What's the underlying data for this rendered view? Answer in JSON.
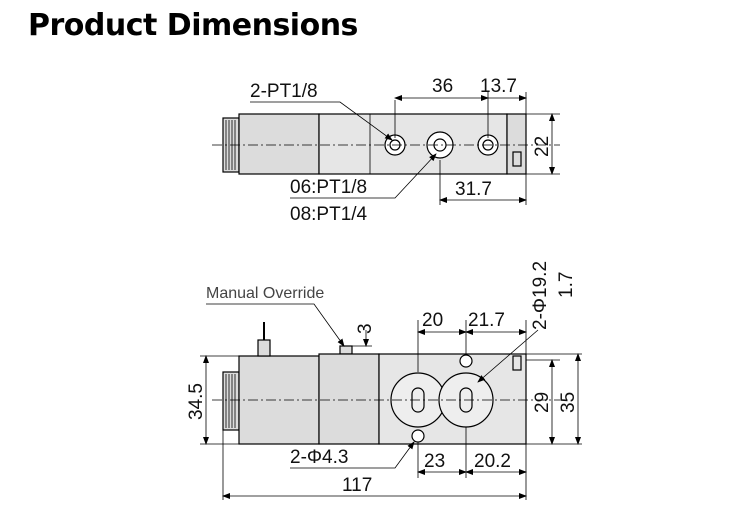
{
  "title": "Product Dimensions",
  "top_view": {
    "port_main": "2-PT1/8",
    "dim_36": "36",
    "dim_13_7": "13.7",
    "dim_22": "22",
    "port_06": "06:PT1/8",
    "port_08": "08:PT1/4",
    "dim_31_7": "31.7"
  },
  "front_view": {
    "manual_override": "Manual Override",
    "dim_3": "3",
    "dim_20": "20",
    "dim_21_7": "21.7",
    "dia_19_2": "2-Φ19.2",
    "dim_1_7": "1.7",
    "dim_34_5": "34.5",
    "dim_29": "29",
    "dim_35": "35",
    "dia_4_3": "2-Φ4.3",
    "dim_23": "23",
    "dim_20_2": "20.2",
    "dim_117": "117"
  }
}
